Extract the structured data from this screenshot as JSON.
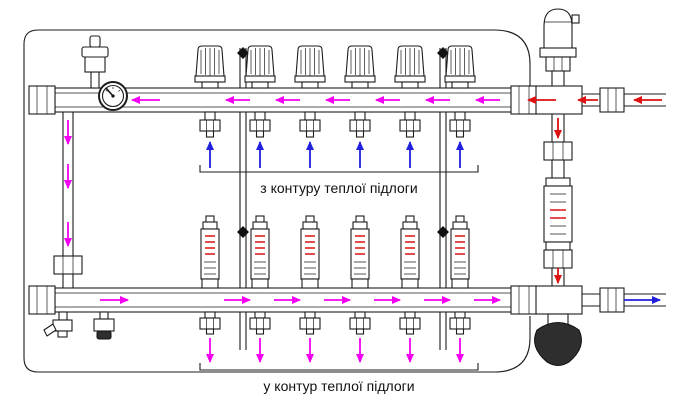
{
  "diagram": {
    "labels": {
      "from_circuit": "з контуру теплої підлоги",
      "to_circuit": "у контур теплої підлоги"
    },
    "circuits_count": 6,
    "station_x": [
      210,
      260,
      310,
      360,
      410,
      460
    ],
    "colors": {
      "m": "#f200f2",
      "b": "#2020dd",
      "r": "#dd1111",
      "line": "#1c1c1c"
    },
    "arrows": [
      {
        "c": "m",
        "f": [
          160,
          100
        ],
        "t": [
          132,
          100
        ]
      },
      {
        "c": "m",
        "f": [
          250,
          100
        ],
        "t": [
          226,
          100
        ]
      },
      {
        "c": "m",
        "f": [
          300,
          100
        ],
        "t": [
          276,
          100
        ]
      },
      {
        "c": "m",
        "f": [
          350,
          100
        ],
        "t": [
          326,
          100
        ]
      },
      {
        "c": "m",
        "f": [
          400,
          100
        ],
        "t": [
          376,
          100
        ]
      },
      {
        "c": "m",
        "f": [
          450,
          100
        ],
        "t": [
          426,
          100
        ]
      },
      {
        "c": "m",
        "f": [
          500,
          100
        ],
        "t": [
          476,
          100
        ]
      },
      {
        "c": "m",
        "f": [
          68,
          120
        ],
        "t": [
          68,
          144
        ]
      },
      {
        "c": "m",
        "f": [
          68,
          164
        ],
        "t": [
          68,
          188
        ]
      },
      {
        "c": "m",
        "f": [
          68,
          222
        ],
        "t": [
          68,
          246
        ]
      },
      {
        "c": "m",
        "f": [
          100,
          300
        ],
        "t": [
          128,
          300
        ]
      },
      {
        "c": "m",
        "f": [
          224,
          300
        ],
        "t": [
          250,
          300
        ]
      },
      {
        "c": "m",
        "f": [
          274,
          300
        ],
        "t": [
          300,
          300
        ]
      },
      {
        "c": "m",
        "f": [
          324,
          300
        ],
        "t": [
          350,
          300
        ]
      },
      {
        "c": "m",
        "f": [
          374,
          300
        ],
        "t": [
          400,
          300
        ]
      },
      {
        "c": "m",
        "f": [
          424,
          300
        ],
        "t": [
          450,
          300
        ]
      },
      {
        "c": "m",
        "f": [
          474,
          300
        ],
        "t": [
          500,
          300
        ]
      },
      {
        "c": "b",
        "f": [
          210,
          168
        ],
        "t": [
          210,
          142
        ]
      },
      {
        "c": "b",
        "f": [
          260,
          168
        ],
        "t": [
          260,
          142
        ]
      },
      {
        "c": "b",
        "f": [
          310,
          168
        ],
        "t": [
          310,
          142
        ]
      },
      {
        "c": "b",
        "f": [
          360,
          168
        ],
        "t": [
          360,
          142
        ]
      },
      {
        "c": "b",
        "f": [
          410,
          168
        ],
        "t": [
          410,
          142
        ]
      },
      {
        "c": "b",
        "f": [
          460,
          168
        ],
        "t": [
          460,
          142
        ]
      },
      {
        "c": "m",
        "f": [
          210,
          338
        ],
        "t": [
          210,
          362
        ]
      },
      {
        "c": "m",
        "f": [
          260,
          338
        ],
        "t": [
          260,
          362
        ]
      },
      {
        "c": "m",
        "f": [
          310,
          338
        ],
        "t": [
          310,
          362
        ]
      },
      {
        "c": "m",
        "f": [
          360,
          338
        ],
        "t": [
          360,
          362
        ]
      },
      {
        "c": "m",
        "f": [
          410,
          338
        ],
        "t": [
          410,
          362
        ]
      },
      {
        "c": "m",
        "f": [
          460,
          338
        ],
        "t": [
          460,
          362
        ]
      },
      {
        "c": "r",
        "f": [
          662,
          100
        ],
        "t": [
          634,
          100
        ]
      },
      {
        "c": "r",
        "f": [
          598,
          100
        ],
        "t": [
          578,
          100
        ]
      },
      {
        "c": "r",
        "f": [
          556,
          100
        ],
        "t": [
          528,
          100
        ]
      },
      {
        "c": "r",
        "f": [
          558,
          118
        ],
        "t": [
          558,
          138
        ]
      },
      {
        "c": "r",
        "f": [
          558,
          268
        ],
        "t": [
          558,
          283
        ]
      },
      {
        "c": "b",
        "f": [
          624,
          300
        ],
        "t": [
          660,
          300
        ]
      }
    ]
  }
}
